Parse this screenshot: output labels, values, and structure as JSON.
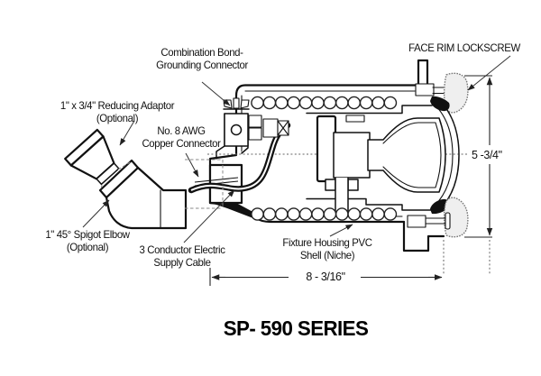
{
  "title": "SP- 590 SERIES",
  "labels": {
    "bond": {
      "line1": "Combination Bond-",
      "line2": "Grounding Connector"
    },
    "face_rim": {
      "line1": "FACE RIM LOCKSCREW"
    },
    "reducing_adaptor": {
      "line1": "1\" x 3/4\" Reducing Adaptor",
      "line2": "(Optional)"
    },
    "copper_connector": {
      "line1": "No. 8 AWG",
      "line2": "Copper Connector"
    },
    "spigot_elbow": {
      "line1": "1\" 45° Spigot Elbow",
      "line2": "(Optional)"
    },
    "supply_cable": {
      "line1": "3 Conductor Electric",
      "line2": "Supply Cable"
    },
    "housing_shell": {
      "line1": "Fixture Housing PVC",
      "line2": "Shell (Niche)"
    }
  },
  "dimensions": {
    "height": "5 -3/4\"",
    "depth": "8 - 3/16\""
  },
  "colors": {
    "line": "#111111",
    "background": "#ffffff"
  }
}
